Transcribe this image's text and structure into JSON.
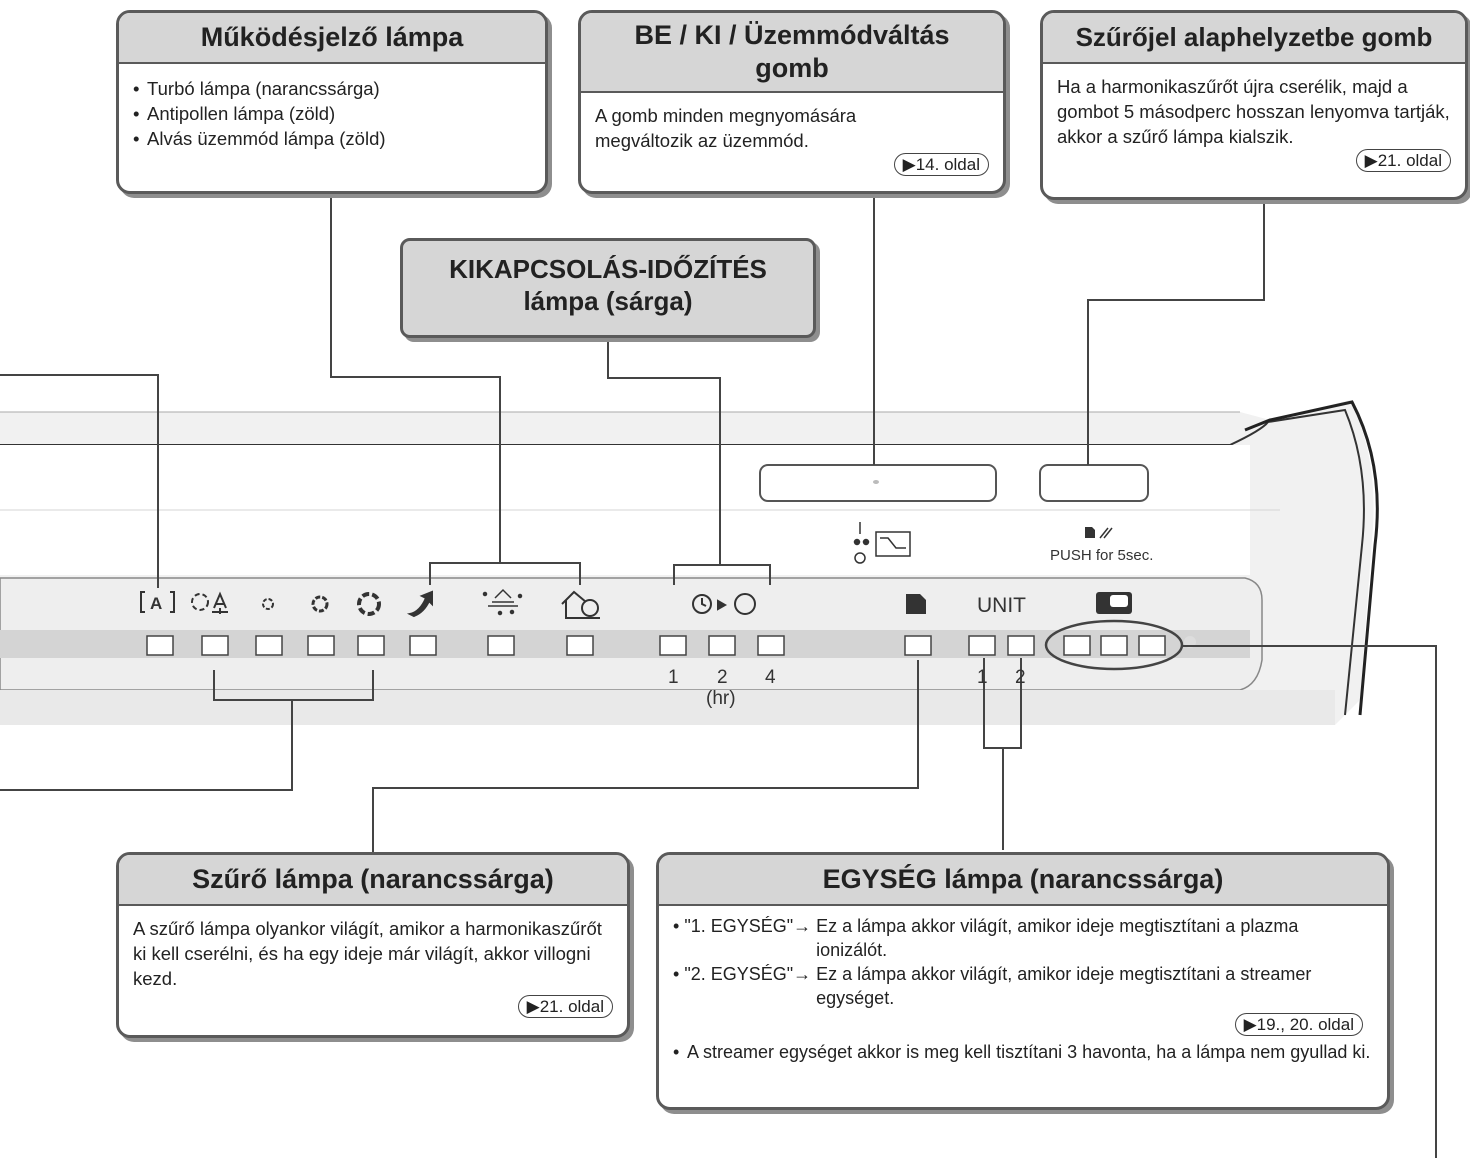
{
  "callouts": {
    "operation_lamp": {
      "title": "Működésjelző lámpa",
      "items": [
        "Turbó lámpa (narancssárga)",
        "Antipollen lámpa (zöld)",
        "Alvás üzemmód lámpa (zöld)"
      ]
    },
    "onoff_button": {
      "title": "BE / KI / Üzemmódváltás gomb",
      "text": "A gomb minden megnyomására megváltozik az üzemmód.",
      "ref": "▶14. oldal"
    },
    "filter_reset_button": {
      "title": "Szűrőjel alaphelyzetbe gomb",
      "text": "Ha a harmonikaszűrőt újra cserélik, majd a gombot 5 másodperc hosszan lenyomva tartják, akkor a szűrő lámpa kialszik.",
      "ref": "▶21. oldal"
    },
    "off_timer_lamp": {
      "title": "KIKAPCSOLÁS-IDŐZÍTÉS lámpa (sárga)"
    },
    "filter_lamp": {
      "title": "Szűrő lámpa (narancssárga)",
      "text": "A szűrő lámpa olyankor világít, amikor a harmonikaszűrőt ki kell cserélni, és ha egy ideje már világít, akkor villogni kezd.",
      "ref": "▶21. oldal"
    },
    "unit_lamp": {
      "title": "EGYSÉG lámpa (narancssárga)",
      "unit1_key": "\"1. EGYSÉG\"→ ",
      "unit1_text": "Ez a lámpa akkor világít, amikor ideje megtisztítani a plazma ionizálót.",
      "unit2_key": "\"2. EGYSÉG\"→ ",
      "unit2_text": "Ez a lámpa akkor világít, amikor ideje megtisztítani a streamer egységet.",
      "ref": "▶19., 20. oldal",
      "note": "A streamer egységet akkor is meg kell tisztítani 3 havonta, ha a lámpa nem gyullad ki."
    }
  },
  "panel": {
    "push_label": "PUSH for 5sec.",
    "unit_label": "UNIT",
    "timer_numbers": [
      "1",
      "2",
      "4"
    ],
    "timer_unit": "(hr)",
    "unit_numbers": [
      "1",
      "2"
    ]
  },
  "colors": {
    "callout_title_bg": "#d6d6d6",
    "border": "#5a5a5a",
    "panel_band": "#e6e6e6"
  },
  "icons": [
    "auto-fan-icon",
    "night-fan-icon",
    "fan-low-icon",
    "fan-mid-icon",
    "fan-high-icon",
    "turbo-icon",
    "antipollen-icon",
    "sleep-icon",
    "timer-icon",
    "filter-icon",
    "unit-icon",
    "power-icon",
    "filter-reset-icon"
  ]
}
